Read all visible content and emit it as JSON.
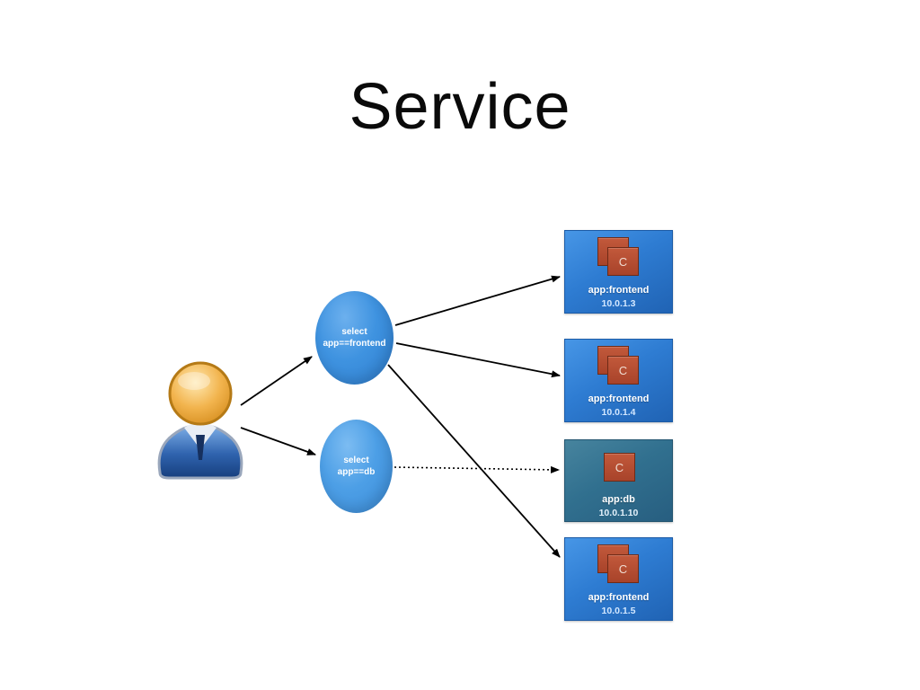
{
  "title": "Service",
  "selectors": [
    {
      "line1": "select",
      "line2": "app==frontend"
    },
    {
      "line1": "select",
      "line2": "app==db"
    }
  ],
  "pods": [
    {
      "label": "app:frontend",
      "ip": "10.0.1.3",
      "container_letter": "C"
    },
    {
      "label": "app:frontend",
      "ip": "10.0.1.4",
      "container_letter": "C"
    },
    {
      "label": "app:db",
      "ip": "10.0.1.10",
      "container_letter": "C"
    },
    {
      "label": "app:frontend",
      "ip": "10.0.1.5",
      "container_letter": "C"
    }
  ],
  "icons": {
    "user": "user-icon",
    "container": "container-icon"
  },
  "colors": {
    "pod_blue": "#2e7cd2",
    "pod_db_blue": "#31708f",
    "selector_blue": "#3f93e0",
    "container_red": "#a8432a",
    "arrow": "#000000",
    "background": "#ffffff"
  }
}
